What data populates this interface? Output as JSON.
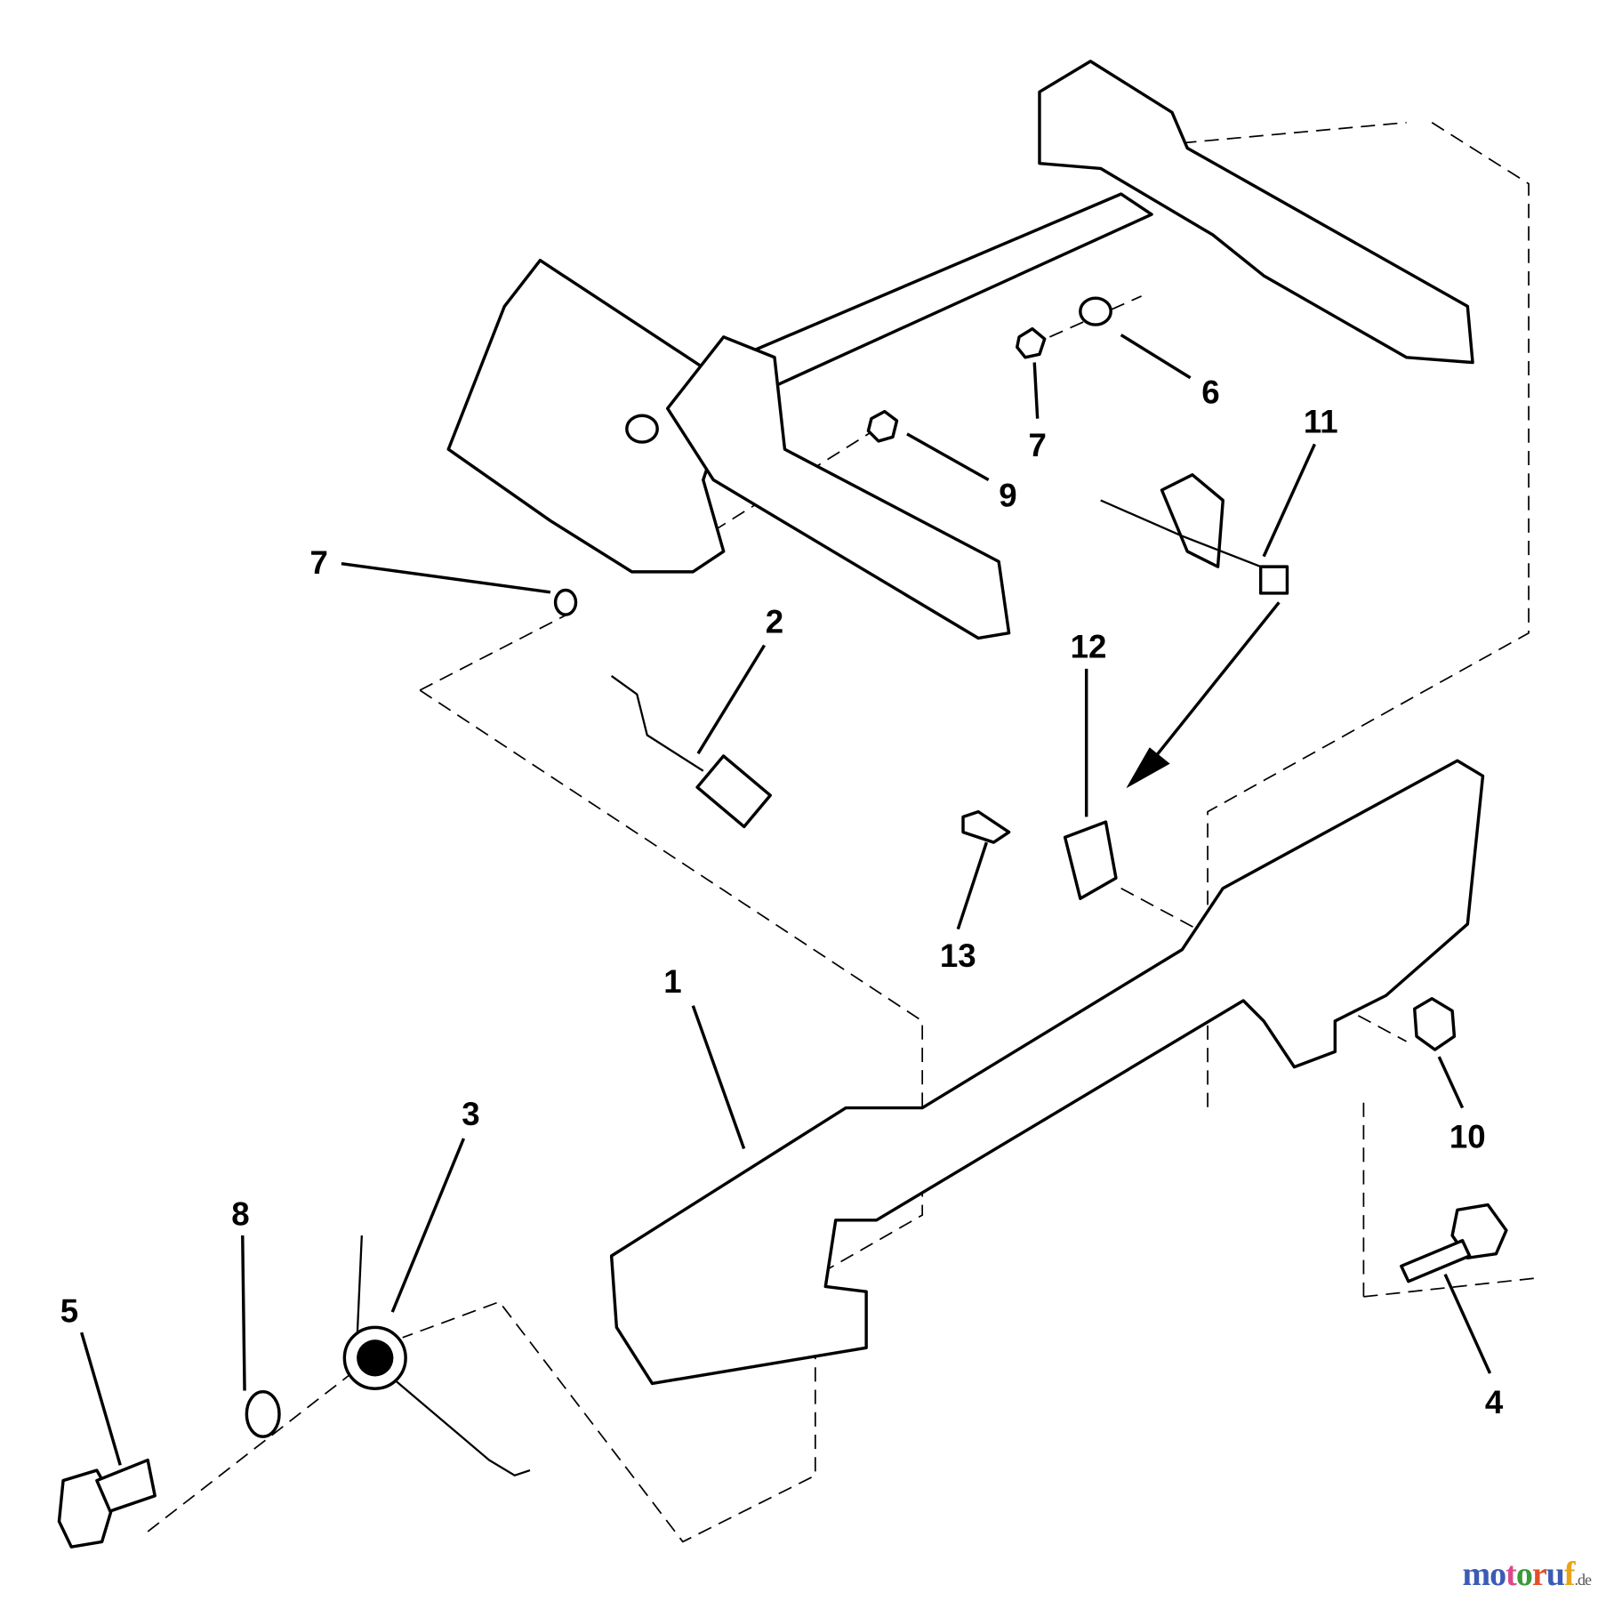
{
  "diagram": {
    "callouts": [
      "1",
      "2",
      "3",
      "4",
      "5",
      "6",
      "7",
      "7",
      "8",
      "9",
      "10",
      "11",
      "12",
      "13"
    ]
  },
  "watermark": {
    "text": "motoruf",
    "suffix": ".de",
    "colors": [
      "#3b5bb5",
      "#3b5bb5",
      "#d94a8c",
      "#3a9a3a",
      "#e0502a",
      "#3b5bb5",
      "#e8a317"
    ]
  }
}
